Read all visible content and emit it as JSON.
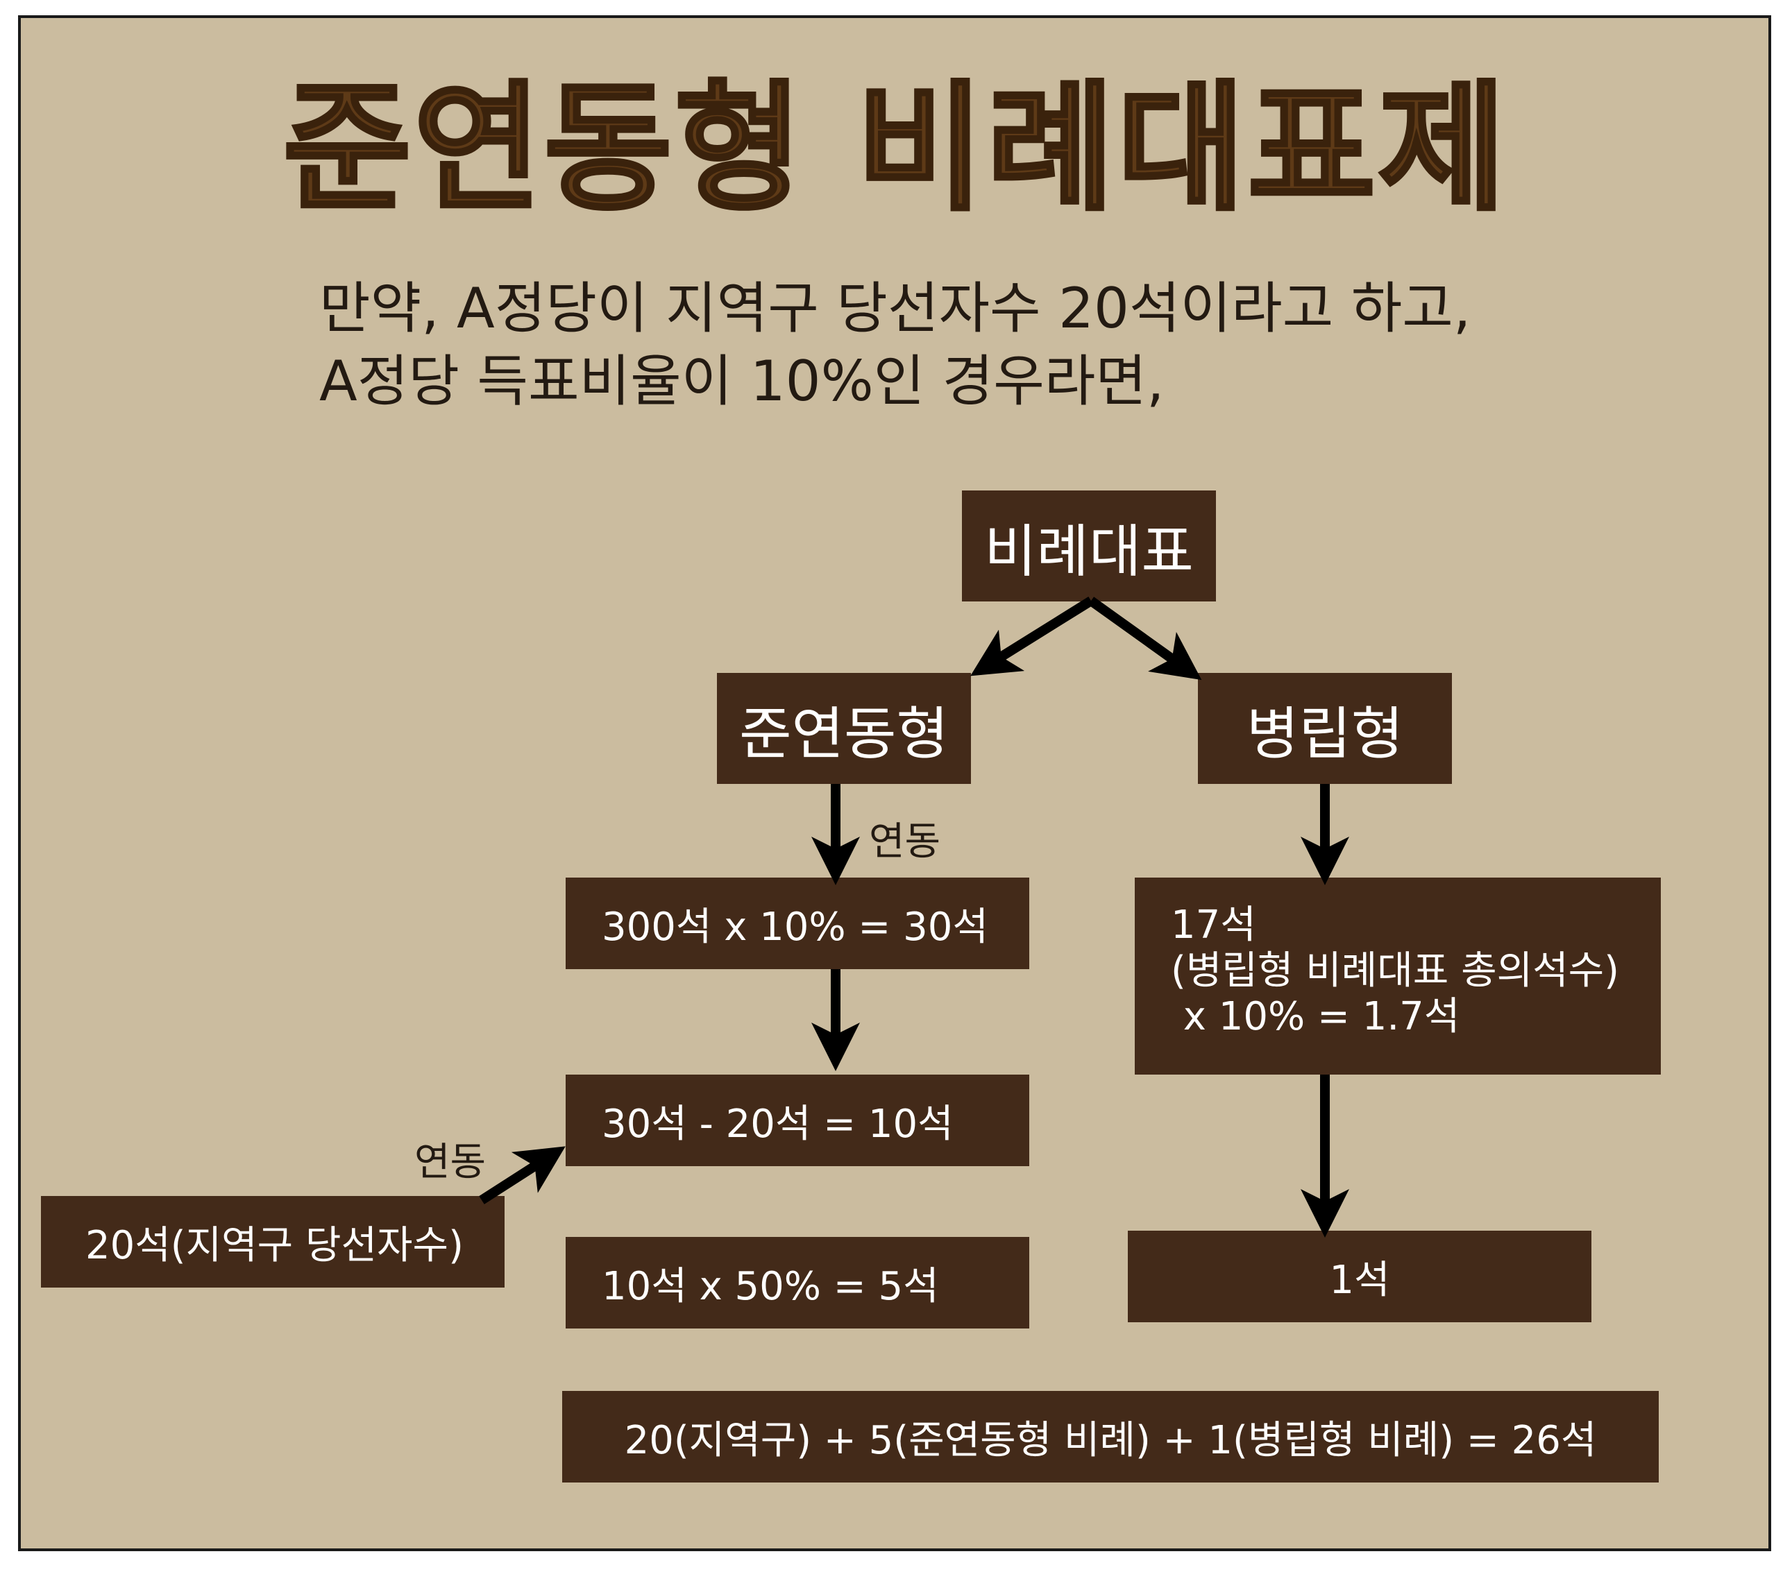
{
  "title": "준연동형 비례대표제",
  "intro": {
    "line1": "만약, A정당이 지역구 당선자수 20석이라고 하고,",
    "line2": "A정당 득표비율이 10%인 경우라면,"
  },
  "nodes": {
    "proportional": "비례대표",
    "semi_linked": "준연동형",
    "parallel": "병립형",
    "calc1": "300석 x 10% = 30석",
    "calc2": "30석 - 20석 = 10석",
    "calc3": "10석 x 50% = 5석",
    "local_seats": "20석(지역구 당선자수)",
    "parallel_calc": {
      "line1": "17석",
      "line2": "(병립형 비례대표 총의석수)",
      "line3": " x 10% = 1.7석"
    },
    "parallel_result": "1석",
    "total": "20(지역구) + 5(준연동형 비례) + 1(병립형 비례) = 26석"
  },
  "labels": {
    "link_semi": "연동",
    "link_local": "연동"
  },
  "colors": {
    "background": "#cbbc9f",
    "box": "#432a19",
    "title": "#5e3a17",
    "arrow": "#000000"
  }
}
